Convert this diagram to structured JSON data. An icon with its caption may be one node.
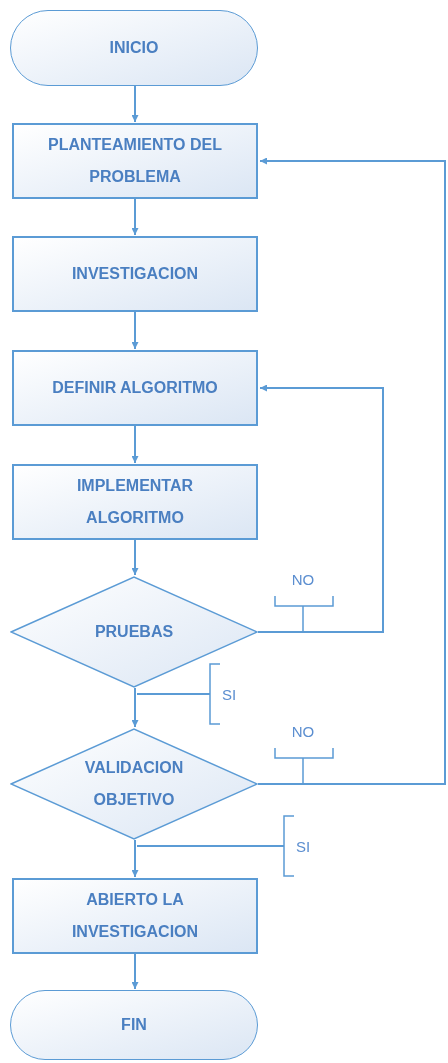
{
  "diagram": {
    "nodes": [
      {
        "text": [
          "INICIO"
        ]
      },
      {
        "text": [
          "PLANTEAMIENTO DEL PROBLEMA"
        ]
      },
      {
        "text": [
          "INVESTIGACION"
        ]
      },
      {
        "text": [
          "DEFINIR ALGORITMO"
        ]
      },
      {
        "text": [
          "IMPLEMENTAR ALGORITMO"
        ]
      },
      {
        "text": [
          "PRUEBAS"
        ]
      },
      {
        "text": [
          "VALIDACION OBJETIVO"
        ]
      },
      {
        "text": [
          "ABIERTO LA INVESTIGACION"
        ]
      },
      {
        "text": [
          "FIN"
        ]
      }
    ],
    "edges": [
      {
        "from": 0,
        "to": 1,
        "arrow": "to"
      },
      {
        "from": 1,
        "to": 2,
        "arrow": "to"
      },
      {
        "from": 2,
        "to": 3,
        "arrow": "to"
      },
      {
        "from": 3,
        "to": 4,
        "arrow": "to"
      },
      {
        "from": 4,
        "to": 5,
        "arrow": "to"
      },
      {
        "from": 5,
        "to": 3,
        "arrow": "to",
        "label": "NO"
      },
      {
        "from": 5,
        "to": 6,
        "arrow": "to",
        "label": "SI"
      },
      {
        "from": 6,
        "to": 1,
        "arrow": "to",
        "label": "NO"
      },
      {
        "from": 6,
        "to": 7,
        "arrow": "to",
        "label": "SI"
      },
      {
        "from": 7,
        "to": 8,
        "arrow": "to"
      }
    ]
  }
}
